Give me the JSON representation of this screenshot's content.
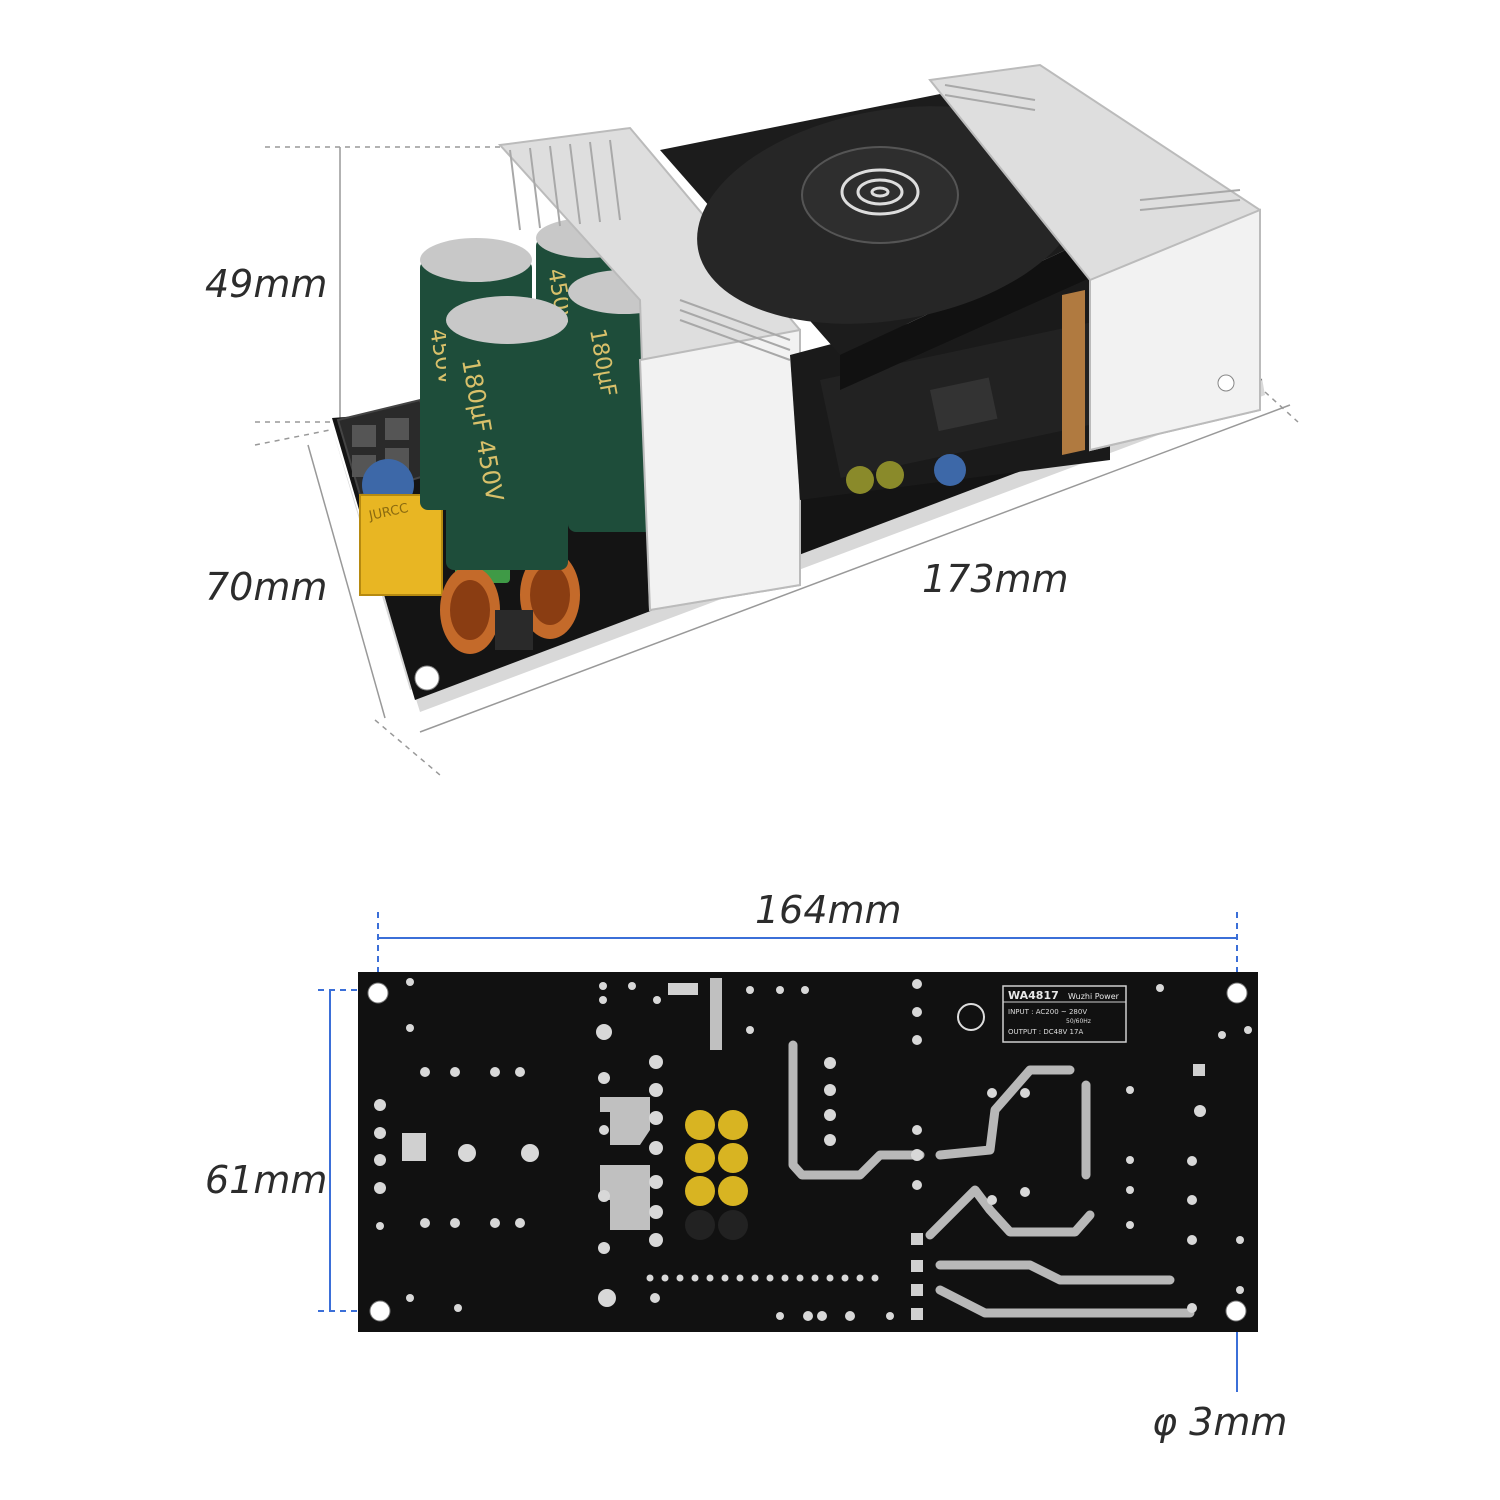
{
  "dimensions": {
    "top_height": "49mm",
    "top_depth": "70mm",
    "top_length": "173mm",
    "bottom_length": "164mm",
    "bottom_width": "61mm",
    "hole_diameter": "φ 3mm"
  },
  "capacitors": [
    {
      "text": "450V"
    },
    {
      "text": "180µF 450V"
    },
    {
      "text": "180µF"
    },
    {
      "text": "450V"
    }
  ],
  "x_capacitor": {
    "text": "JURCC"
  },
  "label_plate": {
    "model": "WA4817",
    "brand": "Wuzhi Power",
    "input": "INPUT  : AC200 ~ 280V",
    "frequency": "50/60Hz",
    "output": "OUTPUT : DC48V  17A"
  },
  "colors": {
    "pcb": "#111111",
    "heatsink": "#e8e8e8",
    "capacitor": "#1e4d3a",
    "dimension_line": "#3b6fd8",
    "text": "#2c2c2c"
  }
}
